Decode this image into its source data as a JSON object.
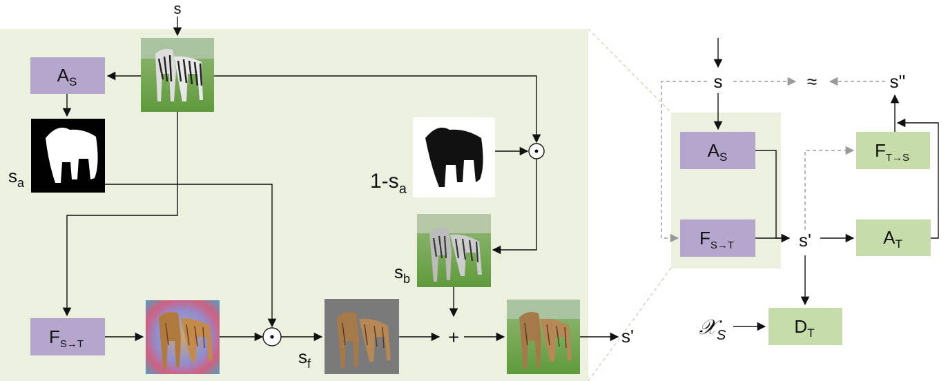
{
  "left_panel": {
    "input_label": "s",
    "attention_box": {
      "main": "A",
      "sub": "S"
    },
    "generator_box": {
      "main": "F",
      "sub": "S→T"
    },
    "mask_label": {
      "main": "s",
      "sub": "a"
    },
    "inverse_mask_label": {
      "pre": "1-s",
      "sub": "a"
    },
    "background_label": {
      "main": "s",
      "sub": "b"
    },
    "foreground_label": {
      "main": "s",
      "sub": "f"
    },
    "output_label": "s'",
    "elementwise_op": "⊙",
    "sum_op": "+"
  },
  "right_panel": {
    "s_label": "s",
    "approx_symbol": "≈",
    "s_double_prime": "s''",
    "s_prime": "s'",
    "attention_s": {
      "main": "A",
      "sub": "S"
    },
    "generator_st": {
      "main": "F",
      "sub": "S→T"
    },
    "generator_ts": {
      "main": "F",
      "sub": "T→S"
    },
    "attention_t": {
      "main": "A",
      "sub": "T"
    },
    "discriminator": {
      "main": "D",
      "sub": "T"
    },
    "domain_input": {
      "main": "𝒳",
      "sub": "S"
    }
  },
  "colors": {
    "panel_bg": "#ebf0df",
    "purple_box": "#b4a6cd",
    "green_box": "#c6dcaa",
    "arrow": "#111111",
    "dashed_arrow": "#9a9a9a",
    "zoom_line": "#d9cfb0"
  }
}
